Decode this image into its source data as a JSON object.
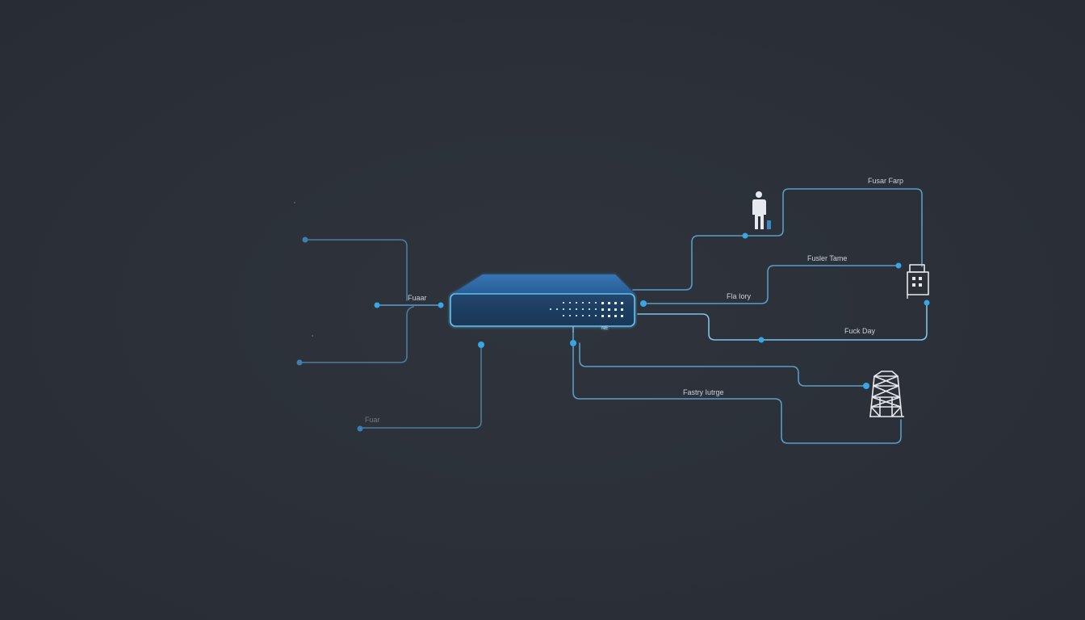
{
  "diagram": {
    "type": "network-topology",
    "theme_colors": {
      "background": "#2b3038",
      "wire": "#5a9cc6",
      "node": "#37a6e6",
      "device_body": "#2e6aa6",
      "device_front": "#1f3b5a",
      "icon": "#e6eaee",
      "label": "#c9d2dc"
    },
    "central_device": {
      "name": "network-switch",
      "badge": "NE"
    },
    "labels": {
      "left_input": "Fuaar",
      "left_bottom": "Fuar",
      "top_right": "Fusar Farp",
      "right_middle_upper": "Fusler Tame",
      "right_middle": "Fla Iory",
      "right_lower": "Fuck Day",
      "bottom_right": "Fastry Iutrge"
    },
    "endpoints": [
      {
        "id": "person",
        "icon": "person-icon"
      },
      {
        "id": "storage",
        "icon": "server-rack-icon"
      },
      {
        "id": "tower",
        "icon": "transmission-tower-icon"
      }
    ]
  }
}
